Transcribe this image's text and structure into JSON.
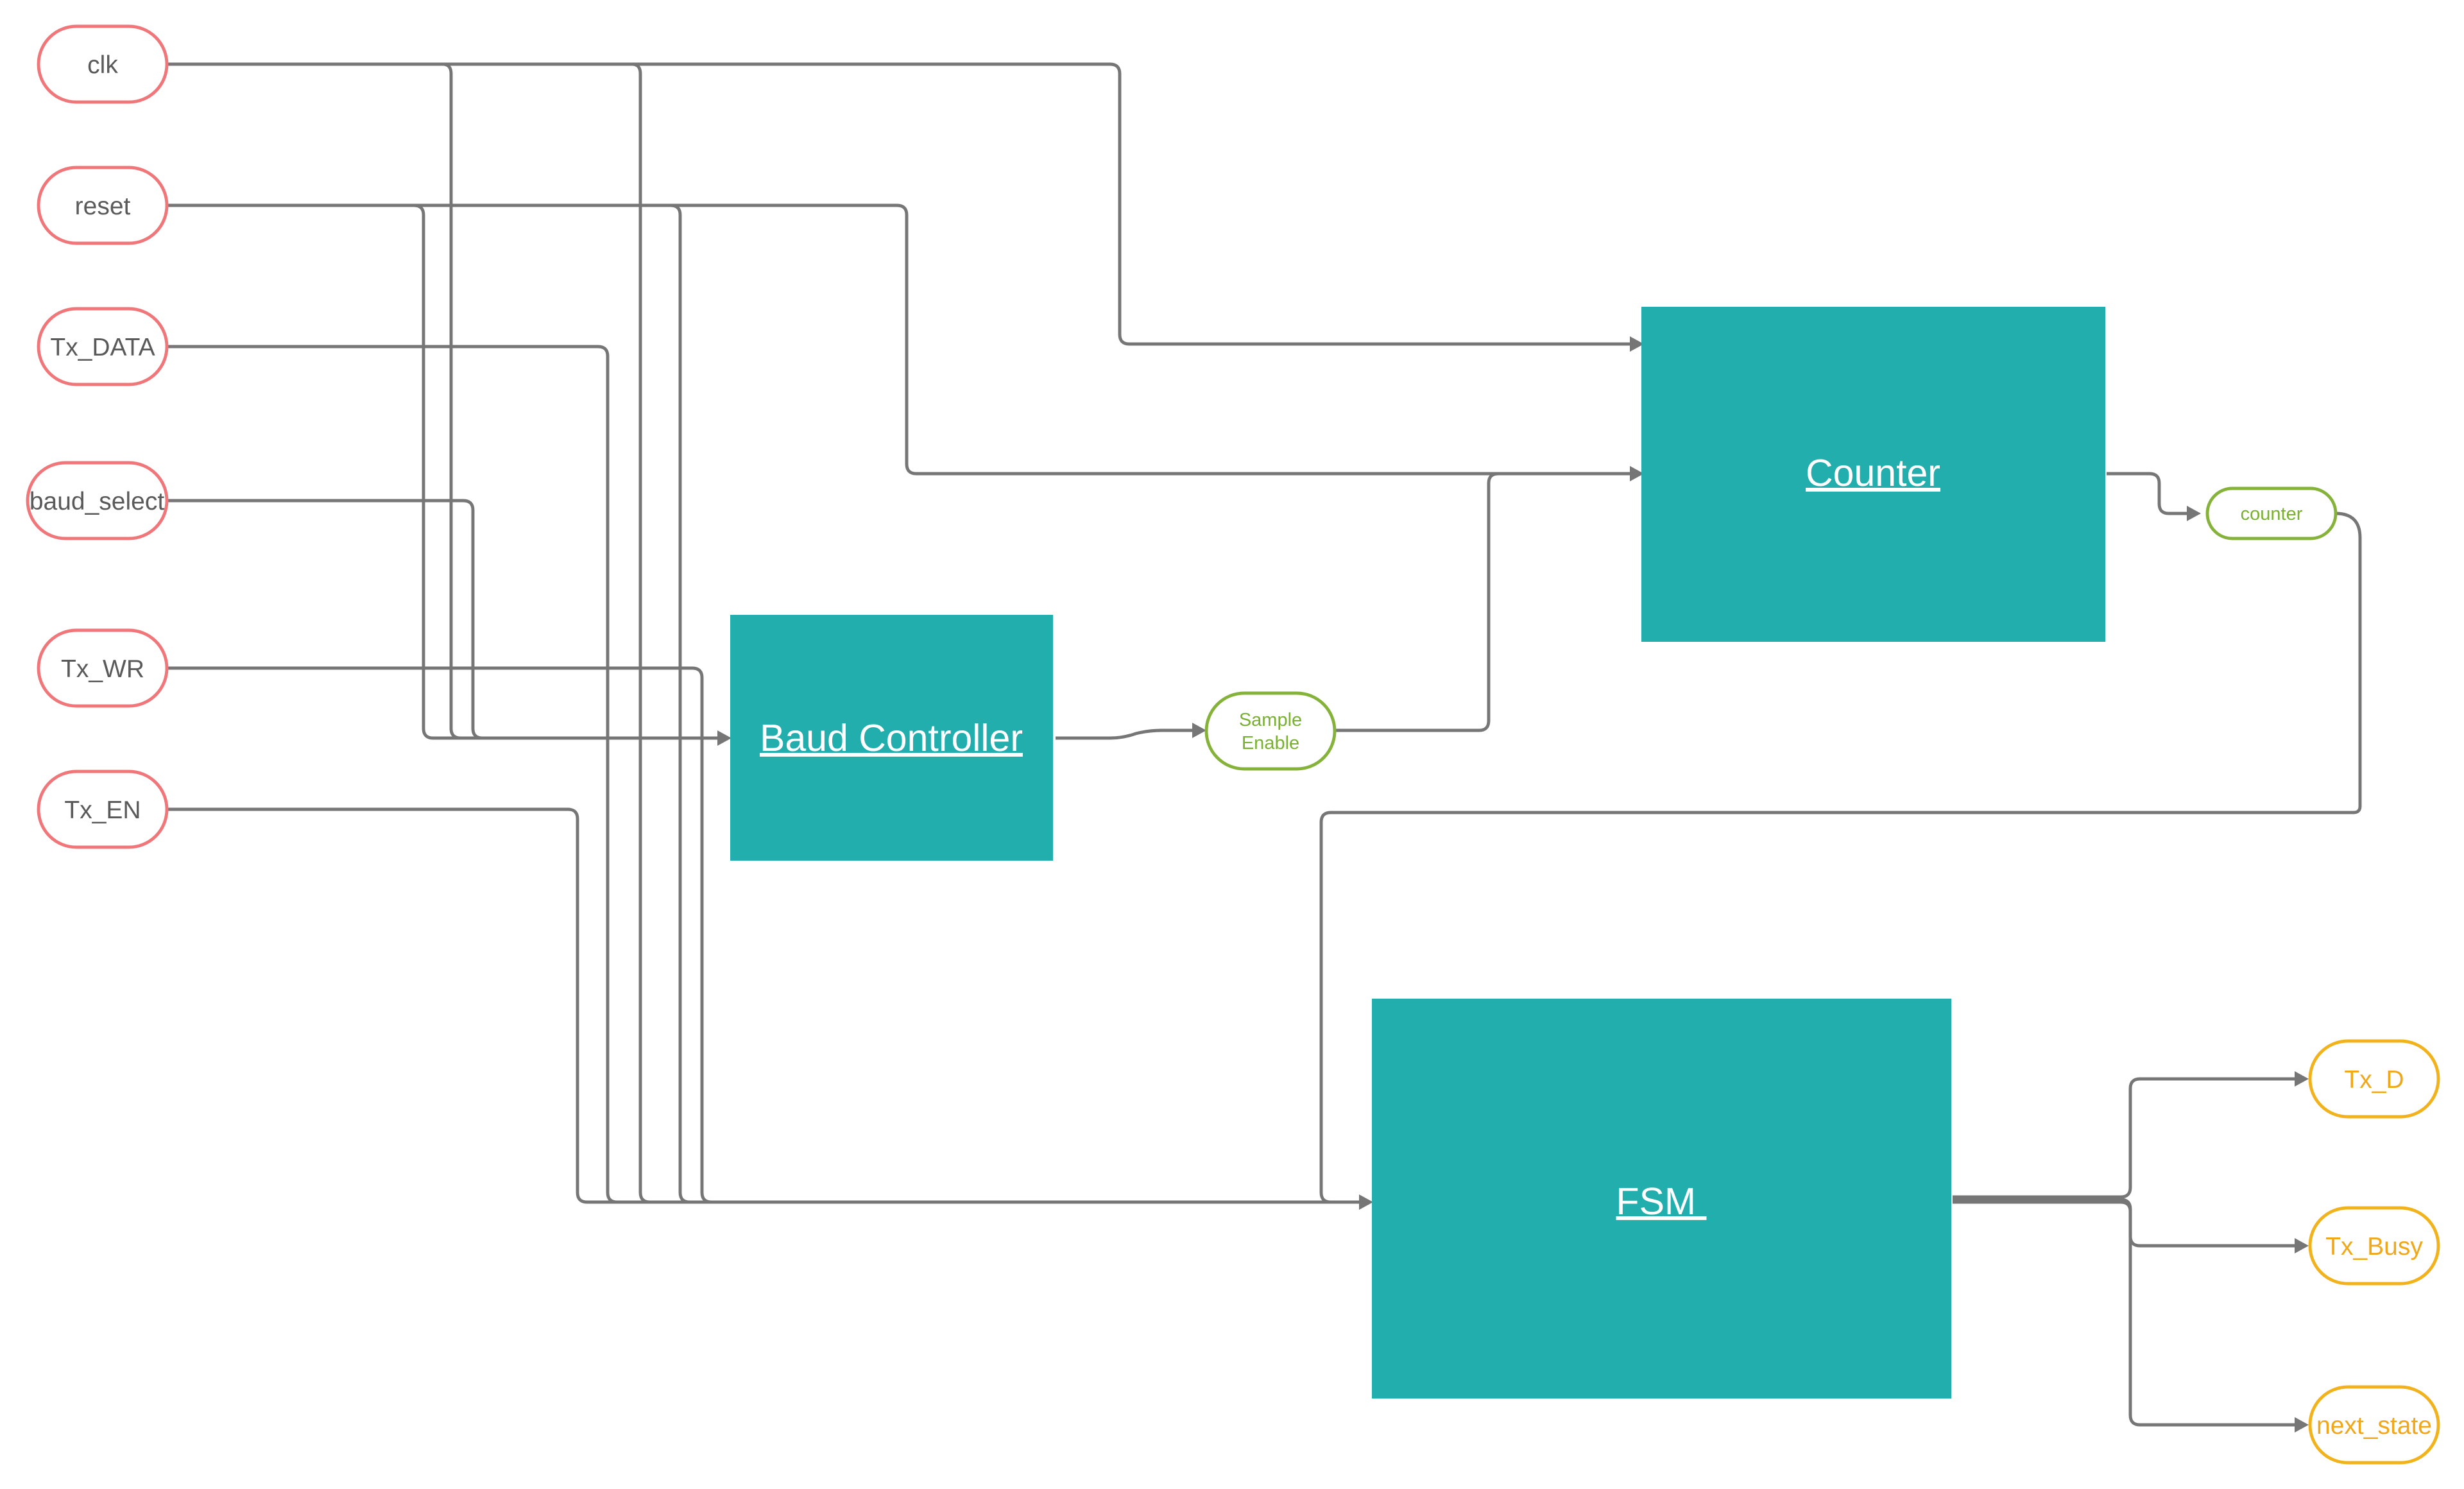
{
  "inputs": {
    "clk": "clk",
    "reset": "reset",
    "tx_data": "Tx_DATA",
    "baud_select": "baud_select",
    "tx_wr": "Tx_WR",
    "tx_en": "Tx_EN"
  },
  "blocks": {
    "baud_controller": "Baud Controller",
    "counter": "Counter",
    "fsm": "FSM "
  },
  "signals": {
    "sample_enable_line1": "Sample",
    "sample_enable_line2": "Enable",
    "counter": "counter"
  },
  "outputs": {
    "tx_d": "Tx_D",
    "tx_busy": "Tx_Busy",
    "next_state": "next_state"
  },
  "colors": {
    "input_border": "#f0767a",
    "signal_border": "#85b33a",
    "output_border": "#f2b21b",
    "block_fill": "#23aeae",
    "wire": "#767676"
  }
}
